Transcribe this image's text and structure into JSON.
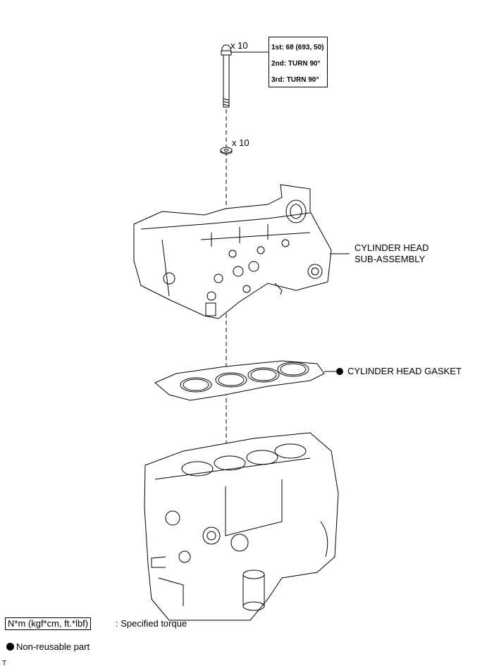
{
  "bolt": {
    "quantity": "x 10"
  },
  "torque": {
    "step1": "1st: 68 (693, 50)",
    "step2": "2nd: TURN 90°",
    "step3": "3rd: TURN 90°"
  },
  "washer": {
    "quantity": "x 10"
  },
  "cylinder_head": {
    "line1": "CYLINDER HEAD",
    "line2": "SUB-ASSEMBLY"
  },
  "gasket": {
    "label": "CYLINDER HEAD GASKET"
  },
  "legend": {
    "torque_unit": "N*m (kgf*cm, ft.*lbf)",
    "torque_desc": ": Specified torque",
    "nonreusable": "Non-reusable part"
  },
  "corner_mark": "T",
  "icons": {
    "nonreusable_marker": "filled-circle-icon"
  }
}
